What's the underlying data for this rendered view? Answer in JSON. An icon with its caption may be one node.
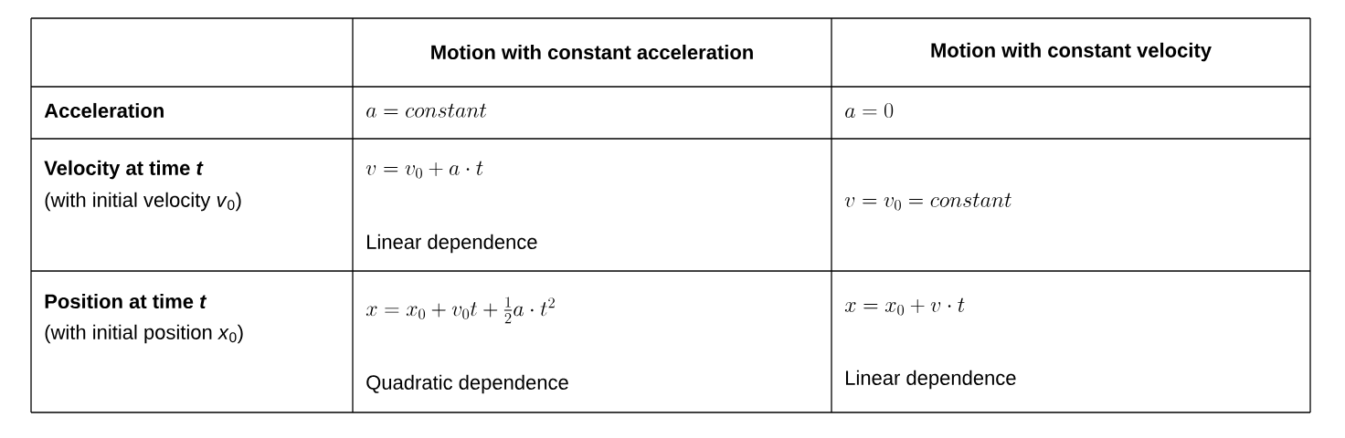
{
  "diagram": {
    "labels": [
      "Motion with constant acceleration",
      "Motion with constant velocity",
      "Acceleration",
      "a = constant",
      "a = 0",
      "Velocity at time *t*",
      "(with initial velocity *v*$_{0}$)",
      "v = v_0 + a \\cdot t",
      "Linear dependence",
      "v = v_0 = constant",
      "Position at time *t*",
      "(with initial position *x*$_{0}$)",
      "x = x_0 + v_0 t + \\tfrac{1}{2} a \\cdot t^2",
      "Quadratic dependence",
      "x = x_0 + v \\cdot t",
      "Linear dependence"
    ]
  }
}
